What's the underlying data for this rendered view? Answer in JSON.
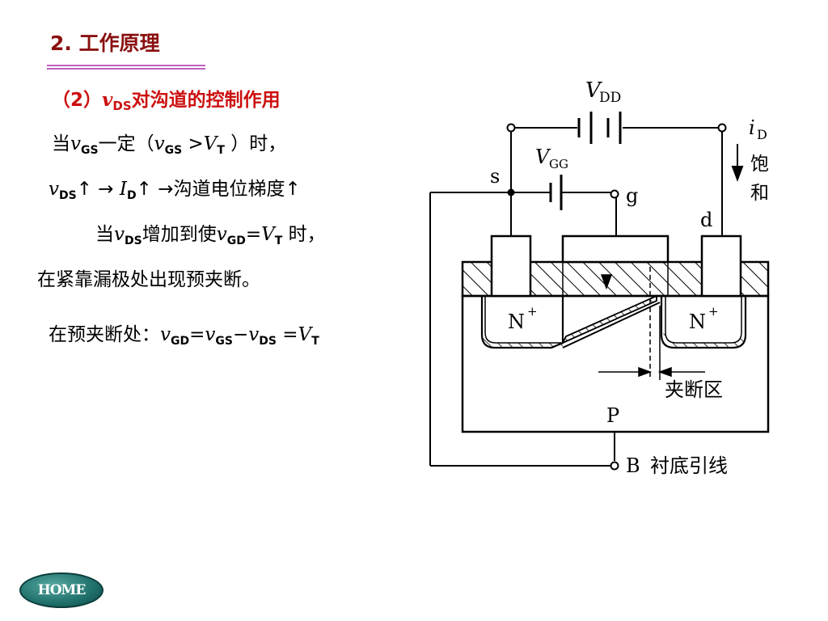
{
  "heading": {
    "number": "2.",
    "text": "工作原理"
  },
  "subheading": {
    "prefix": "（2）",
    "var": "v",
    "sub": "DS",
    "text": "对沟道的控制作用"
  },
  "lines": {
    "l1": {
      "a": "当",
      "v1": "v",
      "s1": "GS",
      "b": "一定（",
      "v2": "v",
      "s2": "GS",
      "c": " >",
      "v3": "V",
      "s3": "T",
      "d": " ）时，"
    },
    "l2": {
      "v1": "v",
      "s1": "DS",
      "a": "↑ → ",
      "v2": "I",
      "s2": "D",
      "b": "↑ →沟道电位梯度↑"
    },
    "l3": {
      "a": "当",
      "v1": "v",
      "s1": "DS",
      "b": "增加到使",
      "v2": "v",
      "s2": "GD",
      "c": "=",
      "v3": "V",
      "s3": "T",
      "d": " 时，"
    },
    "l4": {
      "a": "在紧靠漏极处出现预夹断。"
    },
    "l5": {
      "a": "在预夹断处：",
      "v1": "v",
      "s1": "GD",
      "b": "=",
      "v2": "v",
      "s2": "GS",
      "c": "−",
      "v3": "v",
      "s3": "DS",
      "d": " =",
      "v4": "V",
      "s4": "T"
    }
  },
  "diagram": {
    "vdd_v": "V",
    "vdd_s": "DD",
    "vgg_v": "V",
    "vgg_s": "GG",
    "id_v": "i",
    "id_s": "D",
    "saturation": "饱",
    "saturation2": "和",
    "source": "s",
    "gate": "g",
    "drain": "d",
    "n1": "N",
    "n2": "N",
    "plus": "+",
    "p": "P",
    "pinchoff": "夹断区",
    "b_label": "B",
    "substrate": "衬底引线"
  },
  "home_button": "HOME"
}
